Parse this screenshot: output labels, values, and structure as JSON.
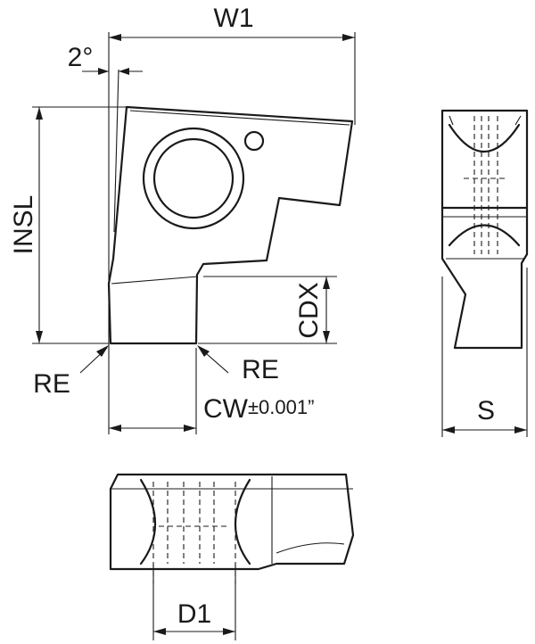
{
  "labels": {
    "w1": "W1",
    "angle": "2°",
    "insl": "INSL",
    "cdx": "CDX",
    "re_left": "RE",
    "re_right": "RE",
    "cw": "CW",
    "cw_tol": "±0.001”",
    "s": "S",
    "d1": "D1"
  },
  "colors": {
    "line": "#1a1a1a",
    "background": "#ffffff"
  }
}
